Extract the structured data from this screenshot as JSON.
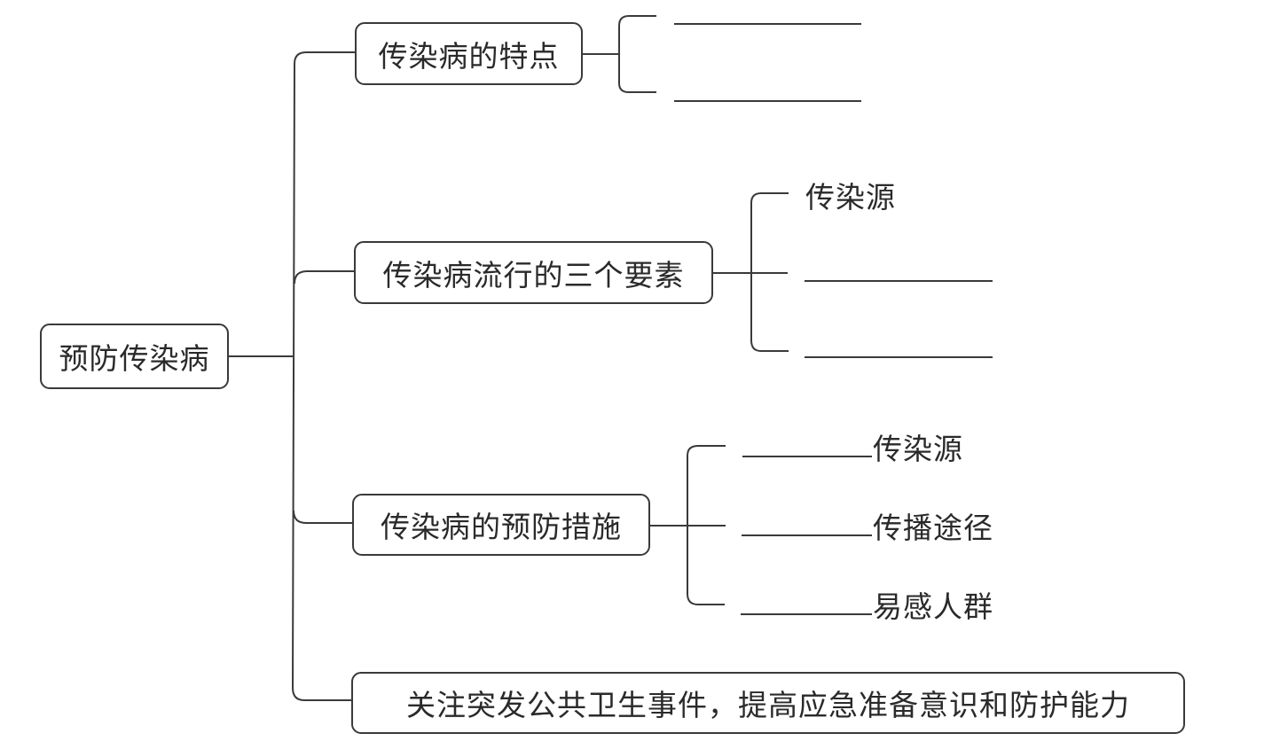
{
  "root": {
    "label": "预防传染病"
  },
  "branches": [
    {
      "label": "传染病的特点",
      "children": [
        {
          "prefix_blank": false,
          "text": "",
          "blank": true
        },
        {
          "prefix_blank": false,
          "text": "",
          "blank": true
        }
      ]
    },
    {
      "label": "传染病流行的三个要素",
      "children": [
        {
          "text": "传染源",
          "blank": false
        },
        {
          "text": "",
          "blank": true
        },
        {
          "text": "",
          "blank": true
        }
      ]
    },
    {
      "label": "传染病的预防措施",
      "children": [
        {
          "text": "传染源",
          "prefix_blank": true
        },
        {
          "text": "传播途径",
          "prefix_blank": true
        },
        {
          "text": "易感人群",
          "prefix_blank": true
        }
      ]
    },
    {
      "label": "关注突发公共卫生事件，提高应急准备意识和防护能力",
      "children": []
    }
  ]
}
